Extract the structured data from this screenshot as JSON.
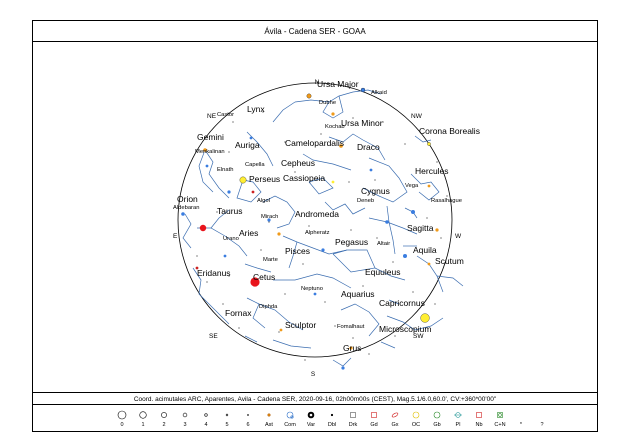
{
  "title": "Ávila - Cadena SER - GOAA",
  "footer": "Coord. acimutales ARC, Aparentes, Avila - Cadena SER, 2020-09-16, 02h00m00s (CEST), Mag.5.1/6.0,60.0', CV:+360*00'00\"",
  "cardinals": {
    "n": "N",
    "ne": "NE",
    "nw": "NW",
    "e": "E",
    "w": "W",
    "se": "SE",
    "sw": "SW",
    "s": "S"
  },
  "colors": {
    "line": "#3b6db0",
    "planet_red": "#e8141c",
    "planet_yellow": "#ffee33",
    "star_orange": "#f09a1a",
    "star_blue": "#3a7de0",
    "star_red": "#cc2222"
  },
  "labels": {
    "ursa_major": "Ursa Major",
    "alkaid": "Alkaid",
    "dubhe": "Dubhe",
    "lynx": "Lynx",
    "castor": "Castor",
    "kochab": "Kochab",
    "ursa_minor": "Ursa Minor",
    "corona_borealis": "Corona Borealis",
    "gemini": "Gemini",
    "menkalinan": "Menkalinan",
    "auriga": "Auriga",
    "camelopardalis": "Camelopardalis",
    "draco": "Draco",
    "capella": "Capella",
    "cepheus": "Cepheus",
    "hercules": "Hercules",
    "elnath": "Elnath",
    "perseus": "Perseus",
    "cassiopeia": "Cassiopeia",
    "vega": "Vega",
    "orion": "Orion",
    "aldebaran": "Aldebaran",
    "algol": "Algol",
    "deneb": "Deneb",
    "cygnus": "Cygnus",
    "rasalhague": "Rasalhague",
    "taurus": "Taurus",
    "mirach": "Mirach",
    "andromeda": "Andromeda",
    "sagitta": "Sagitta",
    "urano": "Urano",
    "aries": "Aries",
    "alpheratz": "Alpheratz",
    "pegasus": "Pegasus",
    "altair": "Altair",
    "aquila": "Aquila",
    "pisces": "Pisces",
    "marte": "Marte",
    "scutum": "Scutum",
    "equuleus": "Equuleus",
    "eridanus": "Eridanus",
    "cetus": "Cetus",
    "neptuno": "Neptuno",
    "aquarius": "Aquarius",
    "capricornus": "Capricornus",
    "diphda": "Diphda",
    "fornax": "Fornax",
    "sculptor": "Sculptor",
    "fomalhaut": "Fomalhaut",
    "microscopium": "Microscopium",
    "grus": "Grus"
  },
  "legend": [
    {
      "id": "mag0",
      "label": "0",
      "sym": "circle",
      "size": 4
    },
    {
      "id": "mag1",
      "label": "1",
      "sym": "circle",
      "size": 3.3
    },
    {
      "id": "mag2",
      "label": "2",
      "sym": "circle",
      "size": 2.6
    },
    {
      "id": "mag3",
      "label": "3",
      "sym": "circle",
      "size": 1.9
    },
    {
      "id": "mag4",
      "label": "4",
      "sym": "circle",
      "size": 1.3
    },
    {
      "id": "mag5",
      "label": "5",
      "sym": "circle",
      "size": 0.9
    },
    {
      "id": "mag6",
      "label": "6",
      "sym": "circle",
      "size": 0.6
    },
    {
      "id": "ast",
      "label": "Ast",
      "sym": "ast"
    },
    {
      "id": "com",
      "label": "Com",
      "sym": "com"
    },
    {
      "id": "var",
      "label": "Var",
      "sym": "var"
    },
    {
      "id": "dbl",
      "label": "Dbl",
      "sym": "dbl"
    },
    {
      "id": "drk",
      "label": "Drk",
      "sym": "drk"
    },
    {
      "id": "gd",
      "label": "Gd",
      "sym": "gd"
    },
    {
      "id": "gx",
      "label": "Gx",
      "sym": "gx"
    },
    {
      "id": "oc",
      "label": "OC",
      "sym": "oc"
    },
    {
      "id": "gb",
      "label": "Gb",
      "sym": "gb"
    },
    {
      "id": "pl",
      "label": "Pl",
      "sym": "pl"
    },
    {
      "id": "nb",
      "label": "Nb",
      "sym": "nb"
    },
    {
      "id": "cn",
      "label": "C+N",
      "sym": "cn"
    },
    {
      "id": "star",
      "label": "*",
      "sym": "none"
    },
    {
      "id": "unk",
      "label": "?",
      "sym": "none"
    }
  ]
}
